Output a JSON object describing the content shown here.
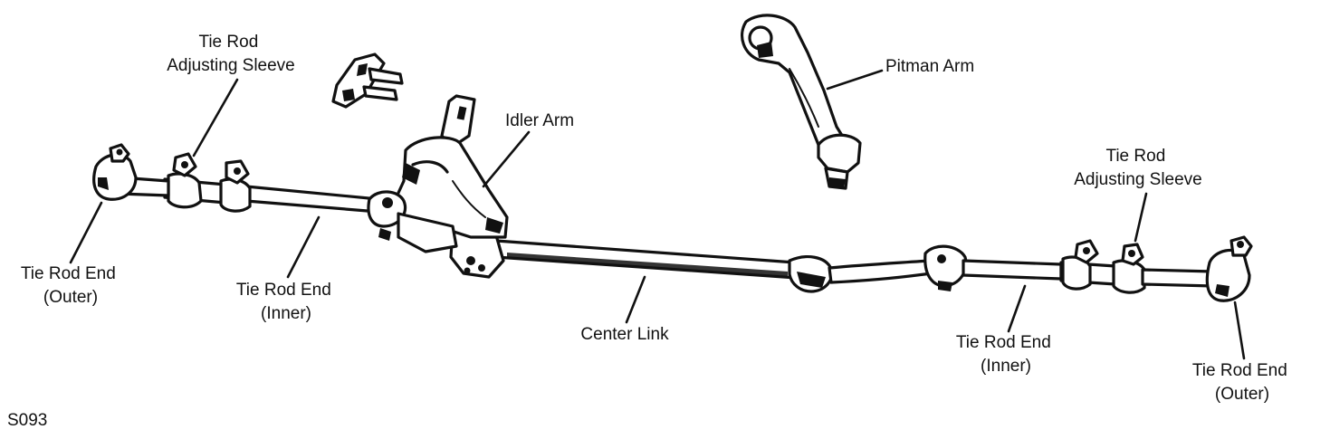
{
  "figure_id": "S093",
  "labels": {
    "tie_rod_sleeve_left": [
      "Tie Rod",
      "Adjusting Sleeve"
    ],
    "tie_rod_end_outer_left": [
      "Tie Rod End",
      "(Outer)"
    ],
    "tie_rod_end_inner_left": [
      "Tie Rod End",
      "(Inner)"
    ],
    "idler_arm": "Idler Arm",
    "pitman_arm": "Pitman Arm",
    "center_link": "Center Link",
    "tie_rod_sleeve_right": [
      "Tie Rod",
      "Adjusting Sleeve"
    ],
    "tie_rod_end_inner_right": [
      "Tie Rod End",
      "(Inner)"
    ],
    "tie_rod_end_outer_right": [
      "Tie Rod End",
      "(Outer)"
    ]
  }
}
